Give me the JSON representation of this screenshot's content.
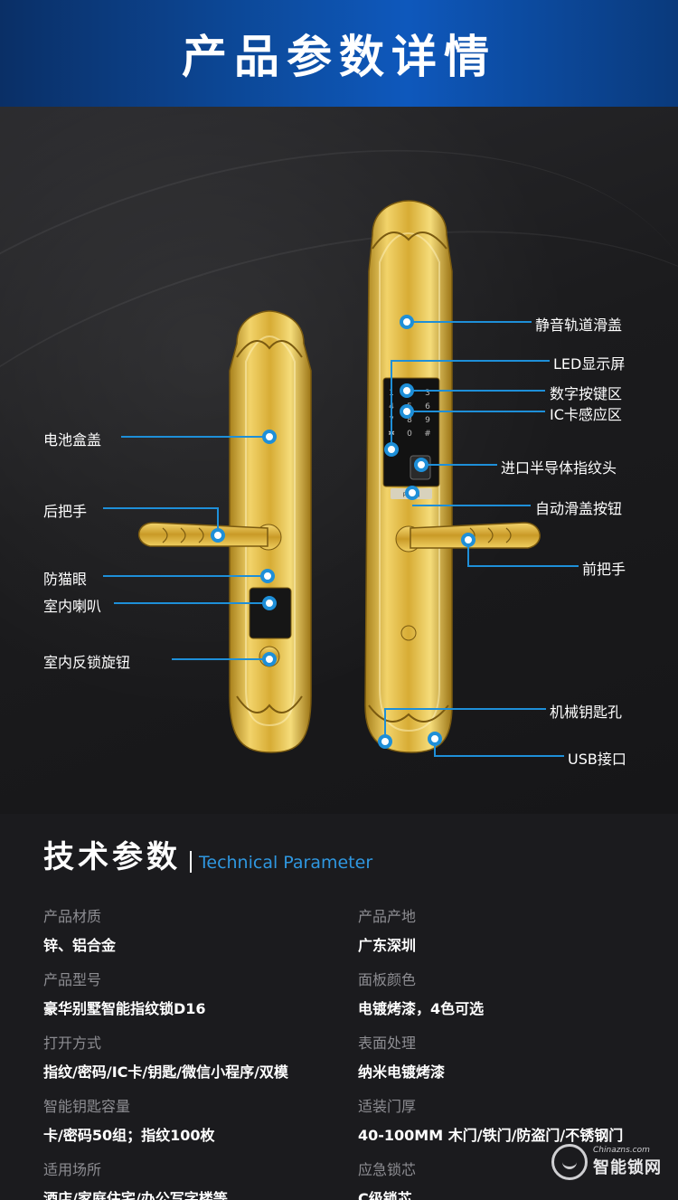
{
  "header": {
    "title": "产品参数详情"
  },
  "callouts": {
    "battery_cover": "电池盒盖",
    "rear_handle": "后把手",
    "peephole": "防猫眼",
    "indoor_speaker": "室内喇叭",
    "indoor_lock_knob": "室内反锁旋钮",
    "silent_slide_cover": "静音轨道滑盖",
    "led_display": "LED显示屏",
    "digital_keypad": "数字按键区",
    "ic_card_area": "IC卡感应区",
    "fingerprint_sensor": "进口半导体指纹头",
    "auto_slide_button": "自动滑盖按钮",
    "front_handle": "前把手",
    "key_hole": "机械钥匙孔",
    "usb_port": "USB接口"
  },
  "lock": {
    "keypad_keys": [
      "1",
      "2",
      "3",
      "4",
      "5",
      "6",
      "7",
      "8",
      "9",
      "✱",
      "0",
      "#"
    ],
    "push_label": "PUSH",
    "accent_color": "#1e8fd8",
    "gold_color": "#d9b13a"
  },
  "tech": {
    "title": "技术参数",
    "subtitle": "Technical Parameter",
    "params": [
      {
        "label": "产品材质",
        "value": "锌、铝合金"
      },
      {
        "label": "产品产地",
        "value": "广东深圳"
      },
      {
        "label": "产品型号",
        "value": "豪华别墅智能指纹锁D16"
      },
      {
        "label": "面板颜色",
        "value": "电镀烤漆，4色可选"
      },
      {
        "label": "打开方式",
        "value": "指纹/密码/IC卡/钥匙/微信小程序/双模"
      },
      {
        "label": "表面处理",
        "value": "纳米电镀烤漆"
      },
      {
        "label": "智能钥匙容量",
        "value": "卡/密码50组；指纹100枚"
      },
      {
        "label": "适装门厚",
        "value": "40-100MM 木门/铁门/防盗门/不锈钢门"
      },
      {
        "label": "适用场所",
        "value": "酒店/家庭住宅/办公写字楼等"
      },
      {
        "label": "应急锁芯",
        "value": "C级锁芯"
      }
    ]
  },
  "watermark": {
    "small": "Chinazns.com",
    "big": "智能锁网"
  }
}
